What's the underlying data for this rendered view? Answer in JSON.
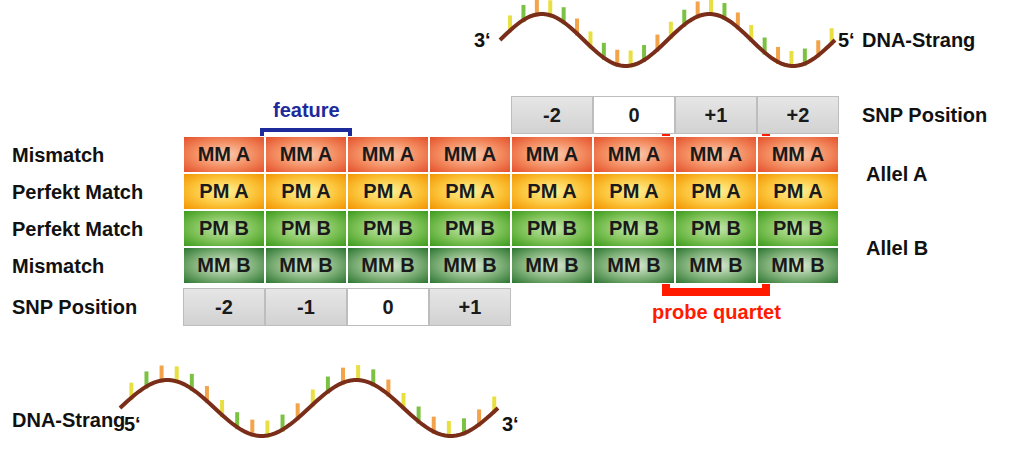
{
  "diagram": {
    "nodes": [
      {
        "text": [
          "-2"
        ]
      },
      {
        "text": [
          "0"
        ]
      },
      {
        "text": [
          "+1"
        ]
      },
      {
        "text": [
          "+2"
        ]
      },
      {
        "text": [
          "MM A"
        ]
      },
      {
        "text": [
          "MM A"
        ]
      },
      {
        "text": [
          "MM A"
        ]
      },
      {
        "text": [
          "MM A"
        ]
      },
      {
        "text": [
          "MM A"
        ]
      },
      {
        "text": [
          "MM A"
        ]
      },
      {
        "text": [
          "MM A"
        ]
      },
      {
        "text": [
          "MM A"
        ]
      },
      {
        "text": [
          "PM A"
        ]
      },
      {
        "text": [
          "PM A"
        ]
      },
      {
        "text": [
          "PM A"
        ]
      },
      {
        "text": [
          "PM A"
        ]
      },
      {
        "text": [
          "PM A"
        ]
      },
      {
        "text": [
          "PM A"
        ]
      },
      {
        "text": [
          "PM A"
        ]
      },
      {
        "text": [
          "PM A"
        ]
      },
      {
        "text": [
          "PM B"
        ]
      },
      {
        "text": [
          "PM B"
        ]
      },
      {
        "text": [
          "PM B"
        ]
      },
      {
        "text": [
          "PM B"
        ]
      },
      {
        "text": [
          "PM B"
        ]
      },
      {
        "text": [
          "PM B"
        ]
      },
      {
        "text": [
          "PM B"
        ]
      },
      {
        "text": [
          "PM B"
        ]
      },
      {
        "text": [
          "MM B"
        ]
      },
      {
        "text": [
          "MM B"
        ]
      },
      {
        "text": [
          "MM B"
        ]
      },
      {
        "text": [
          "MM B"
        ]
      },
      {
        "text": [
          "MM B"
        ]
      },
      {
        "text": [
          "MM B"
        ]
      },
      {
        "text": [
          "MM B"
        ]
      },
      {
        "text": [
          "MM B"
        ]
      },
      {
        "text": [
          "-2"
        ]
      },
      {
        "text": [
          "-1"
        ]
      },
      {
        "text": [
          "0"
        ]
      },
      {
        "text": [
          "+1"
        ]
      }
    ],
    "labels": [
      "Mismatch",
      "Perfekt Match",
      "Perfekt Match",
      "Mismatch",
      "SNP Position",
      "DNA-Strang",
      "5‘",
      "3‘",
      "3‘",
      "5‘",
      "DNA-Strang",
      "SNP Position",
      "feature",
      "Allel A",
      "Allel B",
      "probe quartet"
    ]
  }
}
